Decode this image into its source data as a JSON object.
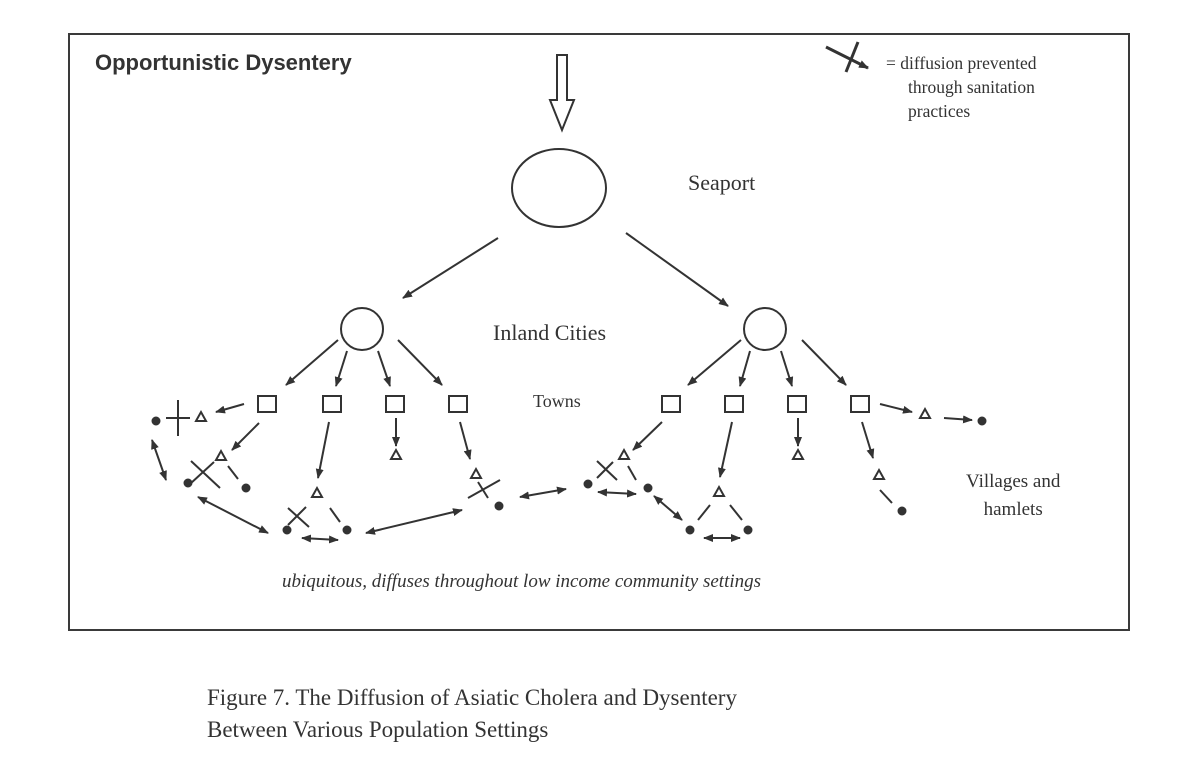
{
  "diagram": {
    "title": "Opportunistic Dysentery",
    "legend": {
      "symbol": "crossed-arrow",
      "line1": "= diffusion  prevented",
      "line2": "through sanitation",
      "line3": "practices"
    },
    "labels": {
      "seaport": "Seaport",
      "inland_cities": "Inland Cities",
      "towns": "Towns",
      "villages_line1": "Villages and",
      "villages_line2": "hamlets"
    },
    "note": "ubiquitous, diffuses throughout low income community settings",
    "hierarchy": [
      "Seaport",
      "Inland Cities",
      "Towns",
      "Villages and hamlets"
    ],
    "node_counts": {
      "seaport": 1,
      "inland_cities": 2,
      "towns": 8
    }
  },
  "caption": {
    "line1": "Figure 7.  The Diffusion of Asiatic Cholera and Dysentery",
    "line2": "Between Various Population Settings"
  },
  "colors": {
    "ink": "#333333",
    "background": "#ffffff"
  }
}
